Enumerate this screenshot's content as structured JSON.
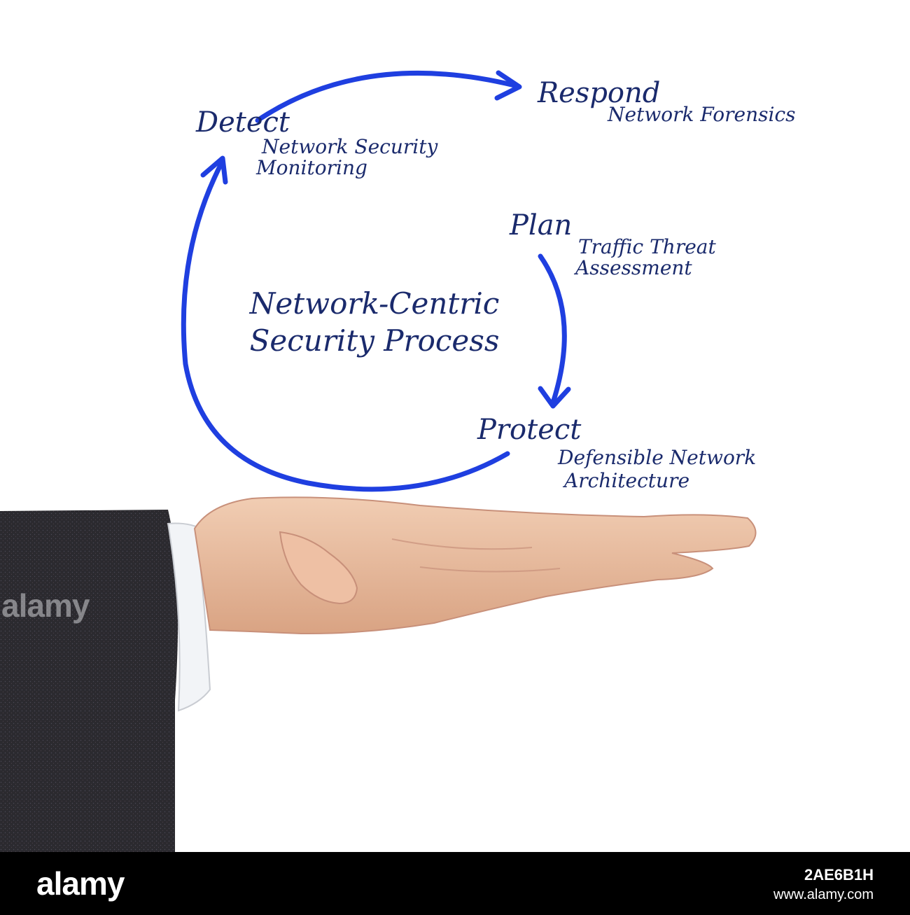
{
  "diagram": {
    "title_line1": "Network-Centric",
    "title_line2": "Security Process",
    "steps": [
      {
        "label": "Detect",
        "detail_line1": "Network Security",
        "detail_line2": "Monitoring"
      },
      {
        "label": "Respond",
        "detail_line1": "Network Forensics",
        "detail_line2": ""
      },
      {
        "label": "Plan",
        "detail_line1": "Traffic Threat",
        "detail_line2": "Assessment"
      },
      {
        "label": "Protect",
        "detail_line1": "Defensible Network",
        "detail_line2": "Architecture"
      }
    ]
  },
  "watermark": {
    "text": "alamy"
  },
  "footer": {
    "logo": "alamy",
    "image_id": "2AE6B1H",
    "url": "www.alamy.com"
  },
  "colors": {
    "arrow": "#1f3fe0",
    "text": "#1a2a6c",
    "skin": "#e8b99a",
    "sleeve": "#2b2a2f",
    "cuff": "#f2f4f7",
    "footer_bg": "#000000",
    "footer_text": "#ffffff"
  }
}
